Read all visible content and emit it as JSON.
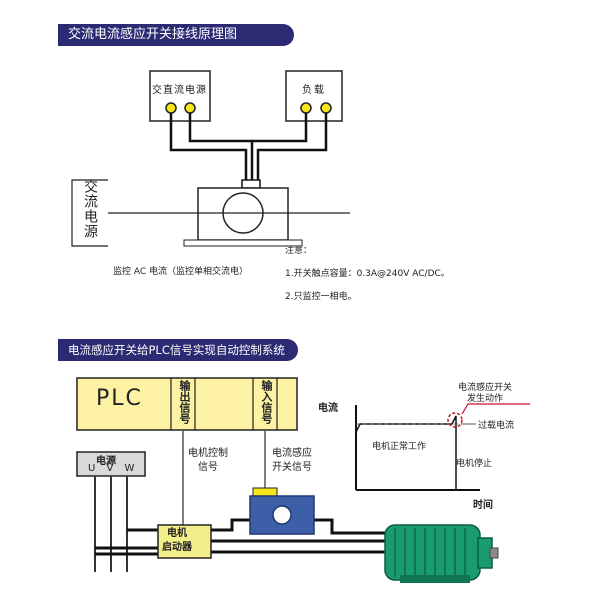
{
  "section1": {
    "title": "交流电流感应开关接线原理图",
    "source_label": "交直流电源",
    "load_label": "负载",
    "ac_source_label": "交流电源",
    "caption": "监控 AC 电流（监控单相交流电）",
    "notes": {
      "title": "注意：",
      "item1": "1.开关触点容量：0.3A@240V AC/DC。",
      "item2": "2.只监控一相电。"
    }
  },
  "section2": {
    "title": "电流感应开关给PLC信号实现自动控制系统",
    "plc_label": "PLC",
    "plc_output_label": "输出信号",
    "plc_input_label": "输入信号",
    "power_label": "电源",
    "uvw_label": "U V W",
    "motor_signal_label": "电机控制\n信号",
    "sensor_signal_label": "电流感应\n开关信号",
    "starter_label": "电机\n启动器",
    "graph": {
      "y_label": "电流",
      "x_label": "时间",
      "action_label": "电流感应开关\n发生动作",
      "overload_label": "过载电流",
      "normal_label": "电机正常工作",
      "stop_label": "电机停止"
    }
  },
  "colors": {
    "header_bg": "#2b2a72",
    "plc_fill": "#fdf2a4",
    "sensor_blue": "#3d5fa8",
    "motor_green": "#1a9b6f",
    "power_fill": "#d9d9d9",
    "starter_fill": "#f2ee8a",
    "action_red": "#c8102e",
    "terminal_yellow": "#f7e51b"
  }
}
